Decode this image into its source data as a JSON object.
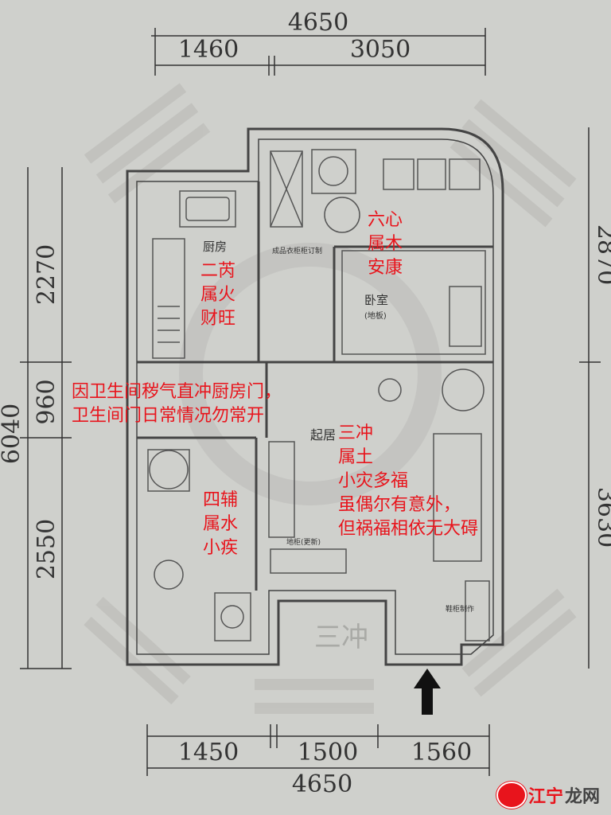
{
  "dimensions": {
    "top_total": "4650",
    "top_left": "1460",
    "top_right": "3050",
    "left_total": "6040",
    "left_top": "2270",
    "left_mid": "960",
    "left_bottom": "2550",
    "right_top": "2870",
    "right_bottom": "3630",
    "bottom_left": "1450",
    "bottom_mid": "1500",
    "bottom_right": "1560",
    "bottom_total": "4650"
  },
  "rooms": {
    "kitchen": "厨房",
    "bedroom": "卧室",
    "bedroom_floor": "(地板)",
    "living": "起居",
    "wardrobe": "成品衣柜柜订制",
    "floor_cabinet": "地柜(更新)",
    "shoe_cabinet": "鞋柜制作",
    "sanchong": "三冲"
  },
  "annotations": {
    "kitchen": [
      "二芮",
      "属火",
      "财旺"
    ],
    "bedroom": [
      "六心",
      "属木",
      "安康"
    ],
    "warning": [
      "因卫生间秽气直冲厨房门，",
      "卫生间门日常情况勿常开"
    ],
    "living": [
      "三冲",
      "属土",
      "小灾多福",
      "虽偶尔有意外，",
      "但祸福相依无大碍"
    ],
    "bathroom": [
      "四辅",
      "属水",
      "小疾"
    ]
  },
  "watermark": {
    "part1": "江宁",
    "part2": "龙网"
  },
  "colors": {
    "annotation": "#e8141c",
    "line": "#444444",
    "paper": "#cfd0cc"
  }
}
